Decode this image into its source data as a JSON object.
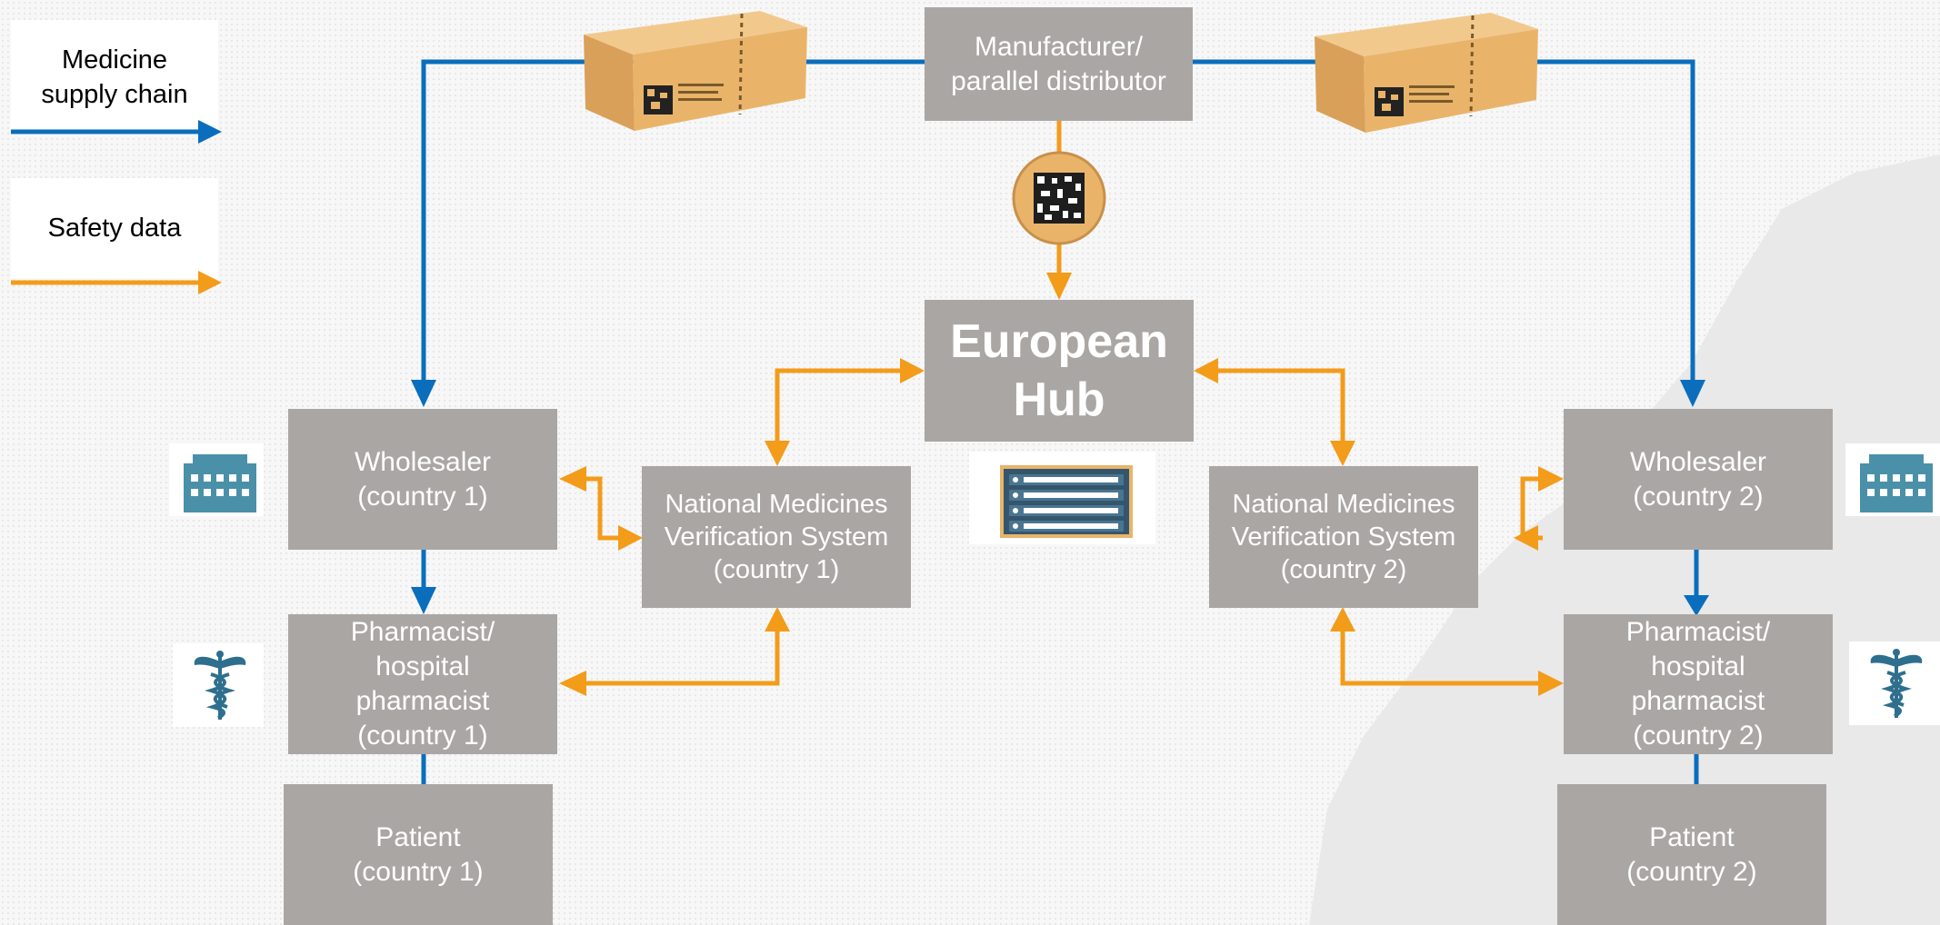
{
  "legend": {
    "supply_chain_label": "Medicine\nsupply chain",
    "safety_data_label": "Safety data"
  },
  "nodes": {
    "manufacturer": "Manufacturer/\nparallel distributor",
    "european_hub": "European\nHub",
    "wholesaler_1": "Wholesaler\n(country 1)",
    "wholesaler_2": "Wholesaler\n(country 2)",
    "nmvs_1": "National Medicines\nVerification System\n(country 1)",
    "nmvs_2": "National Medicines\nVerification System\n(country 2)",
    "pharmacist_1": "Pharmacist/\nhospital\npharmacist\n(country 1)",
    "pharmacist_2": "Pharmacist/\nhospital\npharmacist\n(country 2)",
    "patient_1": "Patient\n(country 1)",
    "patient_2": "Patient\n(country 2)"
  },
  "colors": {
    "supply_chain": "#0a6ebd",
    "safety_data": "#f39c1a",
    "node_fill": "#aaa6a4",
    "node_text": "#ffffff",
    "package": "#e9b46a",
    "icon_blue": "#4a90a8"
  },
  "icons": {
    "package": "medicine-package-icon",
    "datamatrix": "datamatrix-code-icon",
    "server": "server-icon",
    "building": "building-icon",
    "caduceus": "caduceus-icon"
  }
}
